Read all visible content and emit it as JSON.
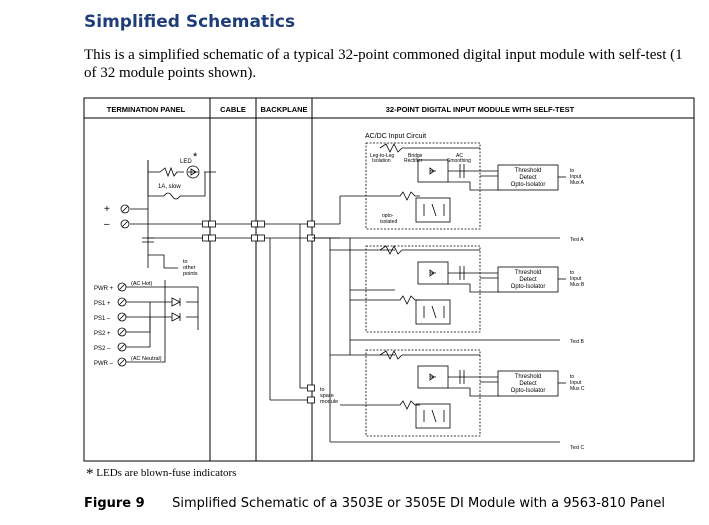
{
  "heading": "Simplified Schematics",
  "intro": "This is a simplified schematic of a typical 32-point commoned digital input module with self-test (1 of 32 module points shown).",
  "diagram": {
    "section_headers": {
      "termination_panel": "TERMINATION PANEL",
      "cable": "CABLE",
      "backplane": "BACKPLANE",
      "module": "32-POINT DIGITAL INPUT MODULE WITH SELF-TEST"
    },
    "led_label": "LED",
    "led_star": "*",
    "fuse_label": "1A, slow",
    "plus": "+",
    "minus": "–",
    "to_other_points": [
      "to",
      "other",
      "points"
    ],
    "ac_hot": "(AC Hot)",
    "ac_neutral": "(AC Neutral)",
    "power_terminals": [
      "PWR +",
      "PS1 +",
      "PS1 –",
      "PS2 +",
      "PS2 –",
      "PWR –"
    ],
    "to_spare_module": [
      "to",
      "spare",
      "module"
    ],
    "acdc_input_circuit": "AC/DC Input Circuit",
    "leg_isolation": [
      "Leg-to-Leg",
      "Isolation"
    ],
    "bridge_rectifier": [
      "Bridge",
      "Rectifier"
    ],
    "ac_smoothing": [
      "AC",
      "Smoothing"
    ],
    "opto_isolated": [
      "opto-",
      "isolated"
    ],
    "threshold_box": [
      "Threshold",
      "Detect",
      "Opto-Isolator"
    ],
    "mux_labels": [
      [
        "to",
        "Input",
        "Mux A"
      ],
      [
        "to",
        "Input",
        "Mux B"
      ],
      [
        "to",
        "Input",
        "Mux C"
      ]
    ],
    "test_labels": [
      "Test A",
      "Test B",
      "Test C"
    ]
  },
  "footnote": {
    "star": "*",
    "text": "LEDs are blown-fuse indicators"
  },
  "caption": {
    "figure": "Figure 9",
    "text": "Simplified Schematic of a 3503E or 3505E DI Module with a 9563-810 Panel"
  }
}
